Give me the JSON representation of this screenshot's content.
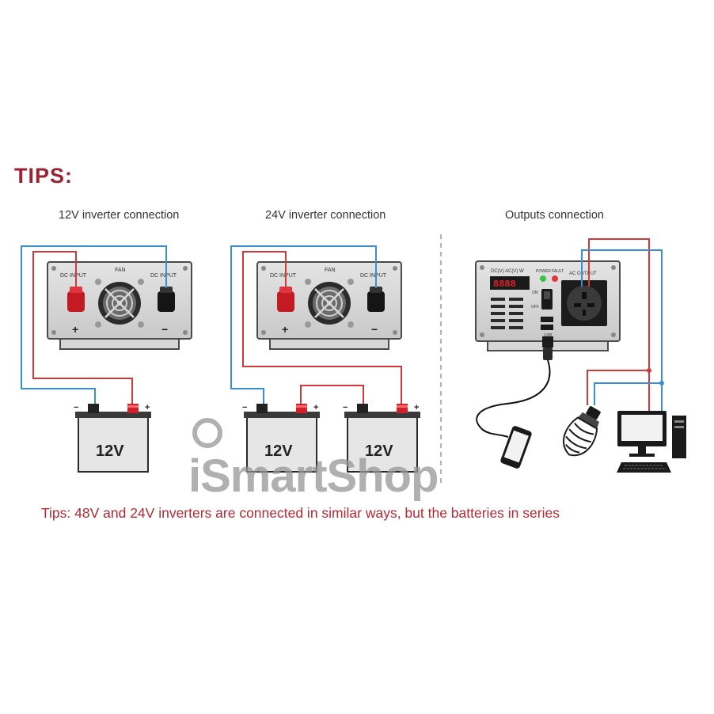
{
  "heading": "TIPS:",
  "sections": [
    {
      "title": "12V inverter connection"
    },
    {
      "title": "24V inverter connection"
    },
    {
      "title": "Outputs connection"
    }
  ],
  "inverter": {
    "fan_label": "FAN",
    "dc_input_label": "DC INPUT",
    "plus": "+",
    "minus": "−"
  },
  "battery": {
    "label": "12V",
    "plus": "+",
    "minus": "−"
  },
  "output_inverter": {
    "display_label": "DC(V) AC(V) W",
    "display_value": "8888",
    "power_label": "POWER",
    "fault_label": "FAULT",
    "ac_output_label": "AC OUTPUT",
    "on_label": "ON",
    "off_label": "OFF",
    "usb_label": "USB"
  },
  "colors": {
    "positive_wire": "#d23a3a",
    "negative_wire": "#3a8fd0",
    "heading": "#9b2233"
  },
  "note": "Tips: 48V and 24V inverters are connected in similar ways, but the batteries in series",
  "watermark": "iSmartShop"
}
